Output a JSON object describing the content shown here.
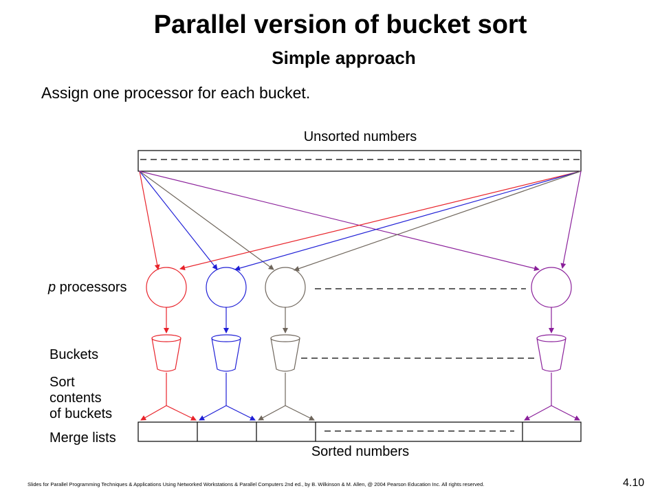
{
  "slide": {
    "title": "Parallel version of bucket sort",
    "subtitle": "Simple approach",
    "body": "Assign one processor for each bucket.",
    "footer": "Slides for Parallel Programming Techniques & Applications Using Networked Workstations & Parallel Computers 2nd ed., by B. Wilkinson & M. Allen, @ 2004 Pearson Education Inc. All rights reserved.",
    "slide_number": "4.10"
  },
  "diagram": {
    "unsorted_label": "Unsorted numbers",
    "sorted_label": "Sorted numbers",
    "row_labels": {
      "processors_var": "p",
      "processors_rest": " processors",
      "buckets": "Buckets",
      "sort_line1": "Sort",
      "sort_line2": "contents",
      "sort_line3": "of buckets",
      "merge": "Merge lists"
    },
    "colors": {
      "bucket1": "#e8232a",
      "bucket2": "#1f1fd6",
      "bucket3": "#6f665c",
      "bucket4": "#8a1f9a"
    }
  }
}
